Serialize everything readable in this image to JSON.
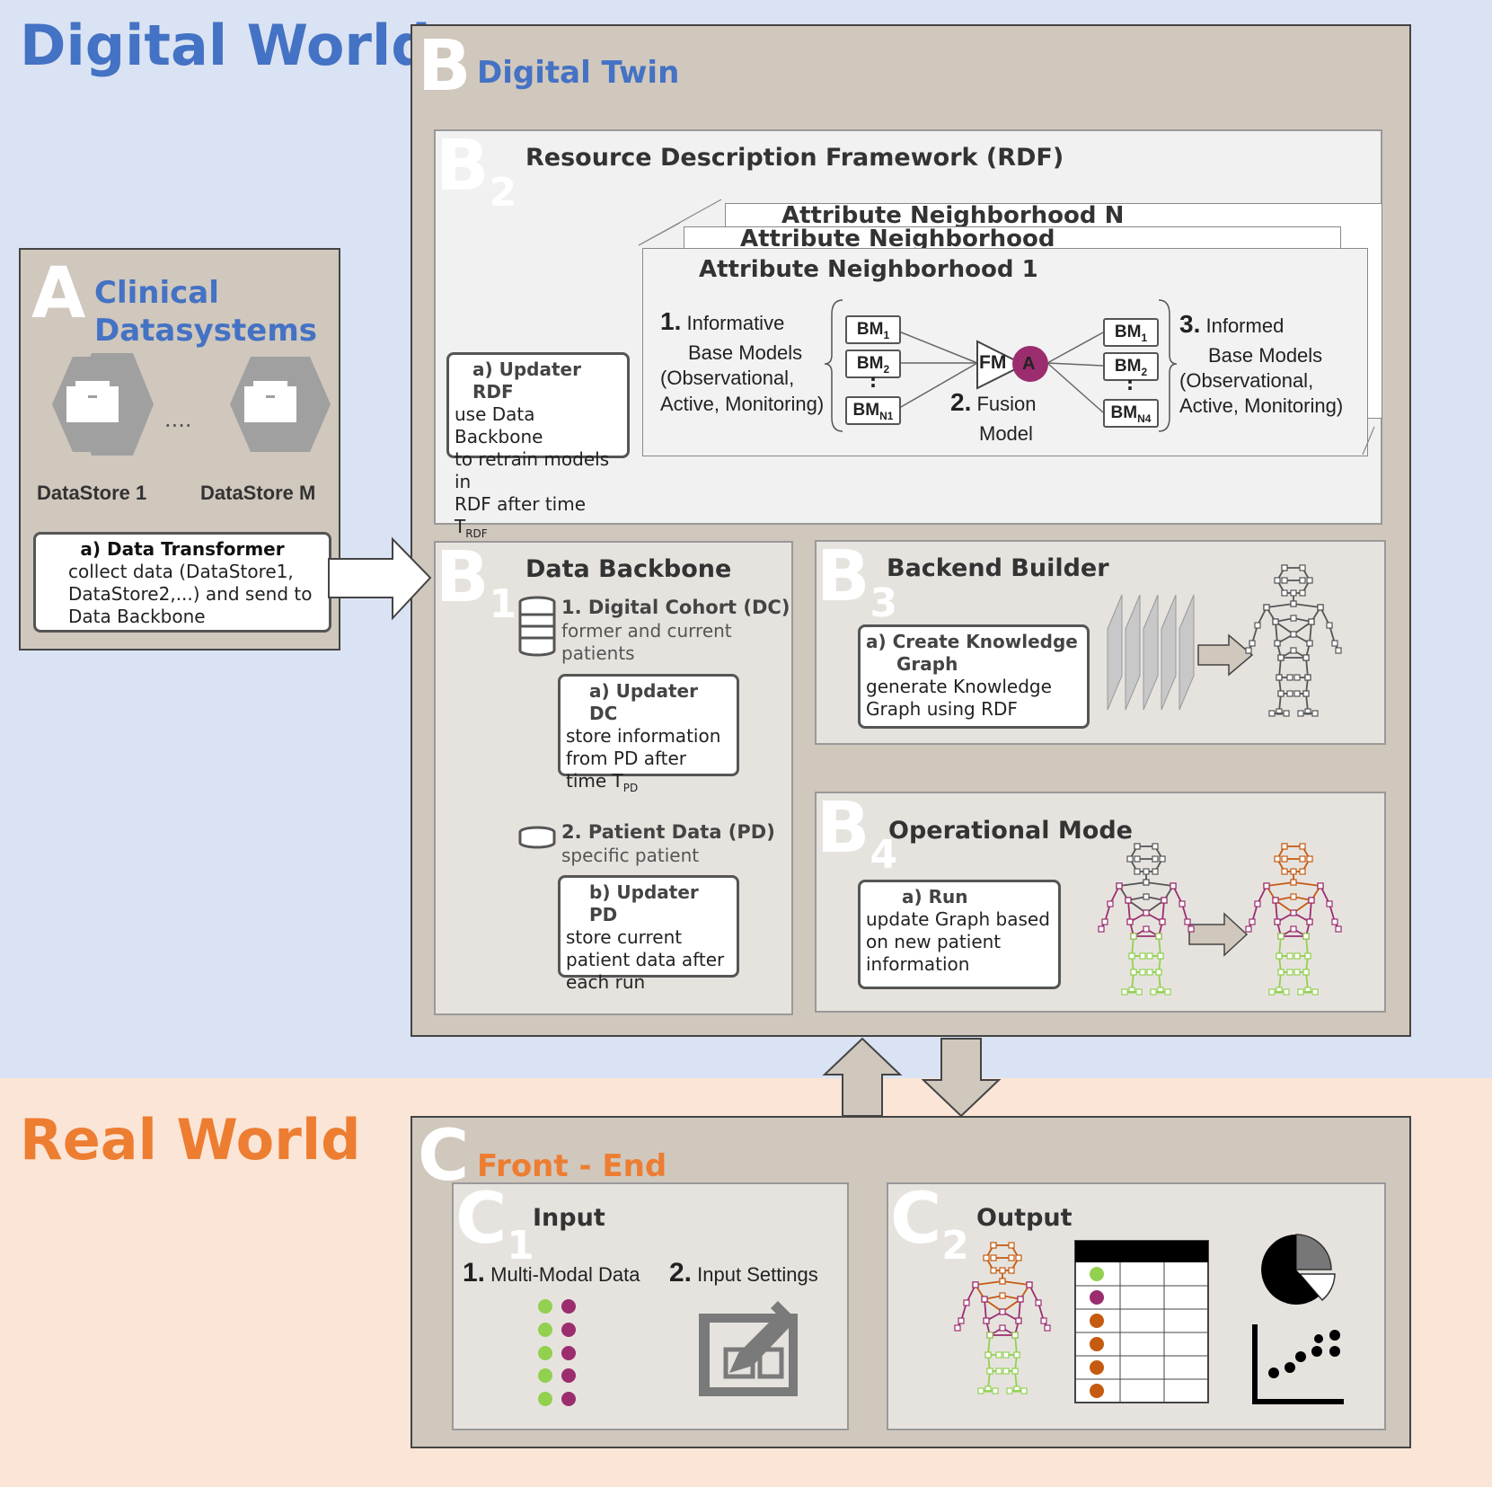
{
  "digital_world": {
    "title": "Digital World",
    "color": "#4472c4"
  },
  "real_world": {
    "title": "Real World",
    "color": "#ed7d31"
  },
  "panel_a": {
    "letter": "A",
    "title_line1": "Clinical",
    "title_line2": "Datasystems",
    "store1": "DataStore 1",
    "storeM": "DataStore M",
    "ellipsis": "....",
    "transformer": {
      "title": "a) Data Transformer",
      "line1": "collect data (DataStore1,",
      "line2": "DataStore2,...) and send to",
      "line3": "Data Backbone"
    }
  },
  "panel_b": {
    "letter": "B",
    "title": "Digital Twin",
    "b2": {
      "letter": "B",
      "sub": "2",
      "title": "Resource Description Framework (RDF)",
      "updater": {
        "title": "a) Updater RDF",
        "line1": "use Data Backbone",
        "line2": "to retrain models in",
        "line3": "RDF after time T",
        "line3_sub": "RDF"
      },
      "neighborhood_n": "Attribute Neighborhood N",
      "neighborhood_2": "Attribute Neighborhood",
      "neighborhood_1": "Attribute Neighborhood 1",
      "informative": {
        "num": "1.",
        "line1": "Informative",
        "line2": "Base Models",
        "line3": "(Observational,",
        "line4": "Active, Monitoring)"
      },
      "informed": {
        "num": "3.",
        "line1": "Informed",
        "line2": "Base Models",
        "line3": "(Observational,",
        "line4": "Active, Monitoring)"
      },
      "fusion": {
        "num": "2.",
        "line1": "Fusion",
        "line2": "Model",
        "fm": "FM",
        "a": "A"
      },
      "bm_left": [
        {
          "label": "BM",
          "sub": "1"
        },
        {
          "label": "BM",
          "sub": "2"
        },
        {
          "label": "BM",
          "sub": "N1"
        }
      ],
      "bm_right": [
        {
          "label": "BM",
          "sub": "1"
        },
        {
          "label": "BM",
          "sub": "2"
        },
        {
          "label": "BM",
          "sub": "N4"
        }
      ],
      "dots": ":"
    },
    "b1": {
      "letter": "B",
      "sub": "1",
      "title": "Data Backbone",
      "dc_title": "1. Digital Cohort (DC)",
      "dc_line1": "former and current",
      "dc_line2": "patients",
      "updater_dc": {
        "title": "a) Updater DC",
        "line1": "store information",
        "line2": "from PD after",
        "line3": "time T",
        "line3_sub": "PD"
      },
      "pd_title": "2. Patient Data (PD)",
      "pd_line1": "specific patient",
      "updater_pd": {
        "title": "b) Updater PD",
        "line1": "store current",
        "line2": "patient data after",
        "line3": "each run"
      }
    },
    "b3": {
      "letter": "B",
      "sub": "3",
      "title": "Backend Builder",
      "box": {
        "title_line1": "a) Create Knowledge",
        "title_line2": "Graph",
        "line1": "generate Knowledge",
        "line2": "Graph using RDF"
      }
    },
    "b4": {
      "letter": "B",
      "sub": "4",
      "title": "Operational Mode",
      "box": {
        "title": "a) Run",
        "line1": "update Graph based",
        "line2": "on new patient",
        "line3": "information"
      }
    }
  },
  "panel_c": {
    "letter": "C",
    "title": "Front - End",
    "c1": {
      "letter": "C",
      "sub": "1",
      "title": "Input",
      "item1_num": "1.",
      "item1": "Multi-Modal Data",
      "item2_num": "2.",
      "item2": "Input Settings"
    },
    "c2": {
      "letter": "C",
      "sub": "2",
      "title": "Output"
    }
  },
  "colors": {
    "panel": "#d0c7bd",
    "subpanel": "#e6e3df",
    "green": "#92d050",
    "purple": "#9b2d6f",
    "orange": "#c55a11"
  }
}
